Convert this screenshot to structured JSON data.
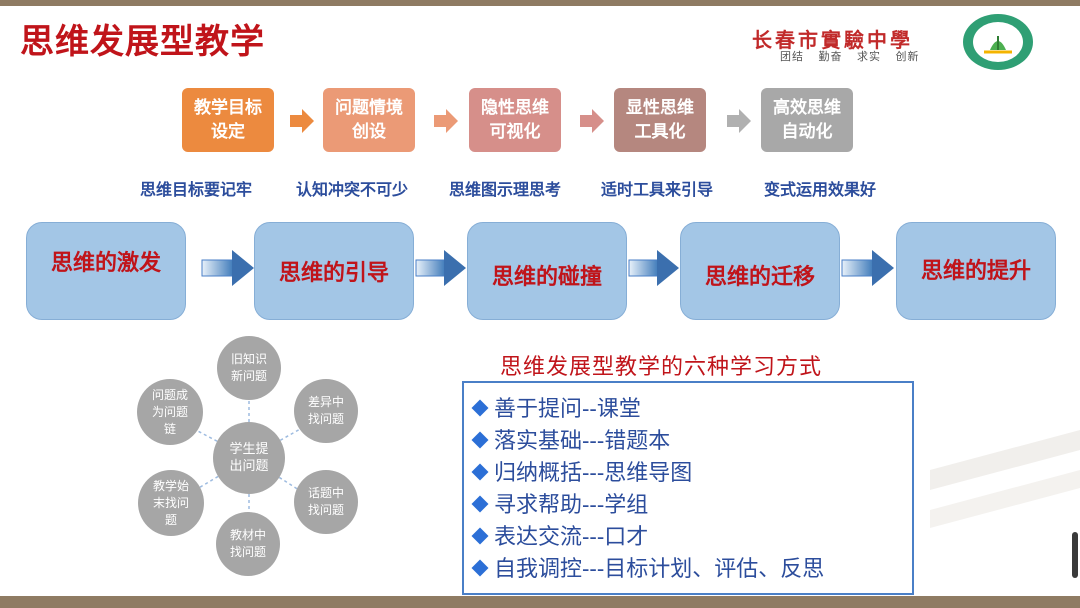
{
  "title": "思维发展型教学",
  "school": {
    "name": "长春市實驗中學",
    "motto": [
      "团结",
      "勤奋",
      "求实",
      "创新"
    ]
  },
  "process_steps": [
    {
      "line1": "教学目标",
      "line2": "设定",
      "color": "#ec8a3f"
    },
    {
      "line1": "问题情境",
      "line2": "创设",
      "color": "#eb9a76"
    },
    {
      "line1": "隐性思维",
      "line2": "可视化",
      "color": "#d68f8a"
    },
    {
      "line1": "显性思维",
      "line2": "工具化",
      "color": "#b5877f"
    },
    {
      "line1": "高效思维",
      "line2": "自动化",
      "color": "#a8a8a8"
    }
  ],
  "phrases": [
    "思维目标要记牢",
    "认知冲突不可少",
    "思维图示理思考",
    "适时工具来引导",
    "变式运用效果好"
  ],
  "stages": [
    "思维的激发",
    "思维的引导",
    "思维的碰撞",
    "思维的迁移",
    "思维的提升"
  ],
  "question_wheel": {
    "center": [
      "学生提",
      "出问题"
    ],
    "nodes": [
      [
        "旧知识",
        "新问题"
      ],
      [
        "差异中",
        "找问题"
      ],
      [
        "话题中",
        "找问题"
      ],
      [
        "教材中",
        "找问题"
      ],
      [
        "教学始",
        "末找问",
        "题"
      ],
      [
        "问题成",
        "为问题",
        "链"
      ]
    ]
  },
  "methods": {
    "title": "思维发展型教学的六种学习方式",
    "items": [
      "善于提问--课堂",
      "落实基础---错题本",
      "归纳概括---思维导图",
      "寻求帮助---学组",
      "表达交流---口才",
      "自我调控---目标计划、评估、反思"
    ]
  }
}
